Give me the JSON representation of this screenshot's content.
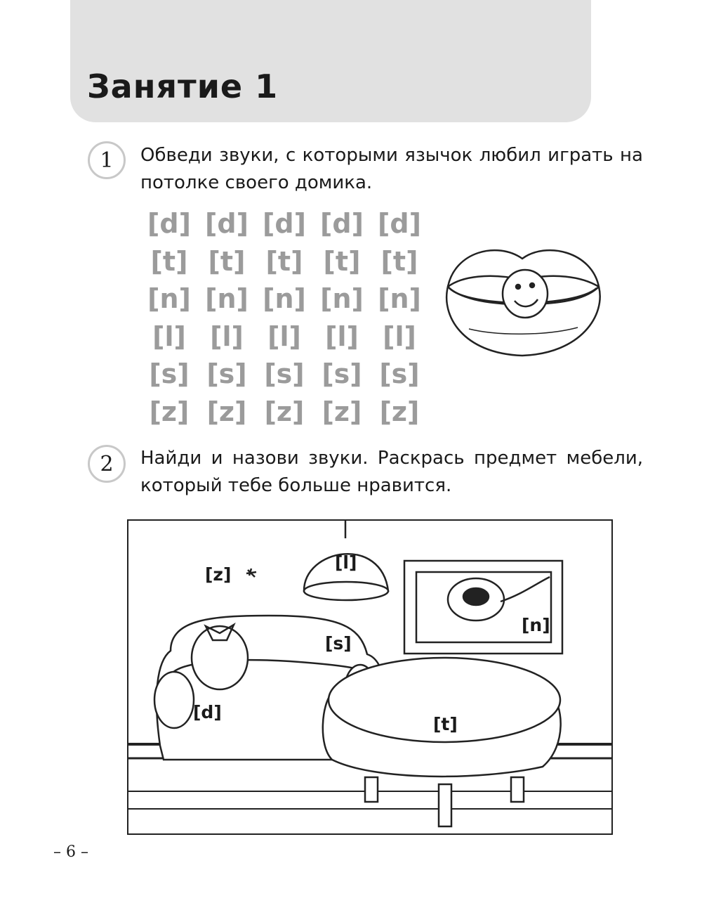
{
  "header": {
    "title": "Занятие 1"
  },
  "task1": {
    "number": "1",
    "text": "Обведи звуки, с которыми язычок любил играть на потолке своего домика.",
    "grid": [
      [
        "[d]",
        "[d]",
        "[d]",
        "[d]",
        "[d]"
      ],
      [
        "[t]",
        "[t]",
        "[t]",
        "[t]",
        "[t]"
      ],
      [
        "[n]",
        "[n]",
        "[n]",
        "[n]",
        "[n]"
      ],
      [
        "[l]",
        "[l]",
        "[l]",
        "[l]",
        "[l]"
      ],
      [
        "[s]",
        "[s]",
        "[s]",
        "[s]",
        "[s]"
      ],
      [
        "[z]",
        "[z]",
        "[z]",
        "[z]",
        "[z]"
      ]
    ]
  },
  "task2": {
    "number": "2",
    "text": "Найди и назови звуки. Раскрась предмет мебели, который тебе больше нравится.",
    "labels": {
      "z": "[z]",
      "l": "[l]",
      "n": "[n]",
      "s": "[s]",
      "d": "[d]",
      "t": "[t]"
    }
  },
  "footer": {
    "page": "– 6 –"
  }
}
